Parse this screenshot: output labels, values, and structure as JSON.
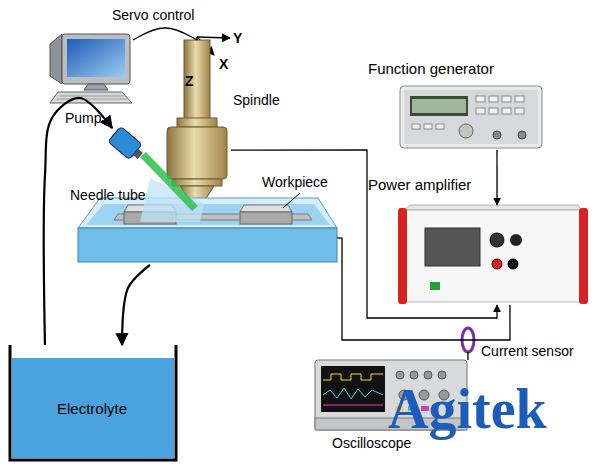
{
  "diagram": {
    "nodes": [
      {
        "text": [
          "Servo control"
        ]
      },
      {
        "text": [
          "Function generator"
        ]
      },
      {
        "text": [
          "Spindle"
        ]
      },
      {
        "text": [
          "Pump"
        ]
      },
      {
        "text": [
          "Workpiece"
        ]
      },
      {
        "text": [
          "Power amplifier"
        ]
      },
      {
        "text": [
          "Current sensor"
        ]
      },
      {
        "text": [
          "Oscilloscope"
        ]
      },
      {
        "text": [
          "Electrolyte"
        ]
      }
    ],
    "edges": [
      {
        "from": 0,
        "to": 2,
        "arrow": "none"
      },
      {
        "from": 1,
        "to": 5,
        "arrow": "to"
      },
      {
        "from": 2,
        "to": 5,
        "arrow": "to"
      },
      {
        "from": 4,
        "to": 5,
        "arrow": "none"
      },
      {
        "from": 6,
        "to": 7,
        "arrow": "none"
      },
      {
        "from": 8,
        "to": 3,
        "arrow": "to"
      },
      {
        "from": 4,
        "to": 8,
        "arrow": "to"
      }
    ],
    "labels": [
      "X",
      "Y",
      "Z",
      "Needle tube",
      "Agitek"
    ]
  }
}
